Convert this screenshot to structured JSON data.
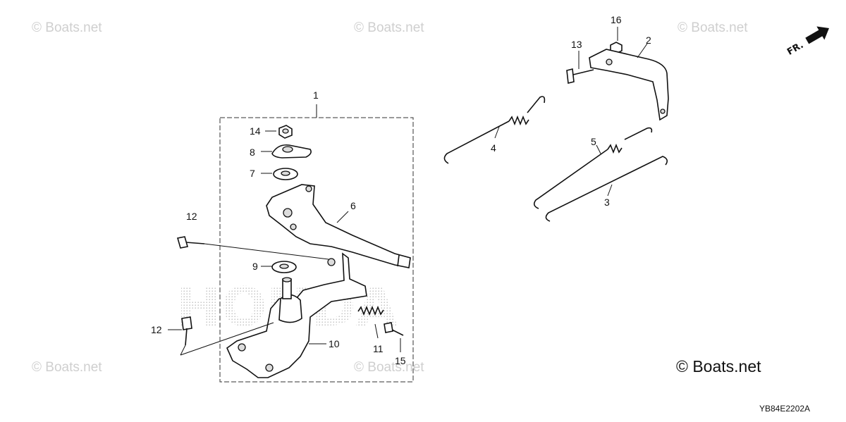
{
  "watermarks": [
    "© Boats.net",
    "© Boats.net",
    "© Boats.net",
    "© Boats.net",
    "© Boats.net"
  ],
  "brand_background": "HONDA",
  "copyright": "© Boats.net",
  "diagram_code": "YB84E2202A",
  "direction_indicator": "FR.",
  "callouts": [
    "1",
    "2",
    "3",
    "4",
    "5",
    "6",
    "7",
    "8",
    "9",
    "10",
    "11",
    "12",
    "12",
    "13",
    "14",
    "15",
    "16"
  ],
  "colors": {
    "line": "#111111",
    "watermark": "#cfcfcf",
    "honda_dots": "#bdbdbd",
    "background": "#ffffff"
  }
}
